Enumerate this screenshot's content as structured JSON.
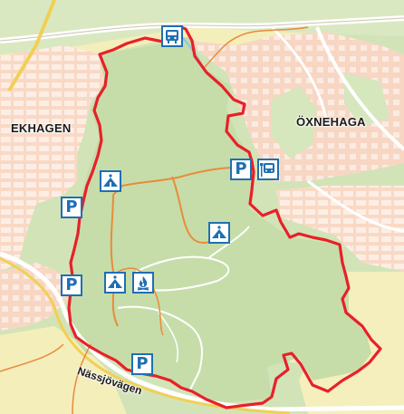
{
  "map": {
    "labels": {
      "west_district": "EKHAGEN",
      "east_district": "ÖXNEHAGA",
      "road": "Nässjövägen"
    },
    "icons": [
      {
        "type": "bus-stop",
        "name": "bus-stop-icon"
      },
      {
        "type": "bus-stop",
        "name": "bus-stop-icon"
      },
      {
        "type": "parking",
        "name": "parking-icon",
        "label": "P"
      },
      {
        "type": "parking",
        "name": "parking-icon",
        "label": "P"
      },
      {
        "type": "parking",
        "name": "parking-icon",
        "label": "P"
      },
      {
        "type": "parking",
        "name": "parking-icon",
        "label": "P"
      },
      {
        "type": "shelter",
        "name": "shelter-icon"
      },
      {
        "type": "shelter",
        "name": "shelter-icon"
      },
      {
        "type": "shelter",
        "name": "shelter-icon"
      },
      {
        "type": "campfire",
        "name": "campfire-icon"
      }
    ],
    "colors": {
      "boundary": "#e8202a",
      "trail": "#ea8a3c",
      "forest": "#c9dfae",
      "residential": "#f9d9c5",
      "field": "#f6efb6",
      "icon_blue": "#1f6fb3",
      "path": "#ffffff"
    }
  }
}
